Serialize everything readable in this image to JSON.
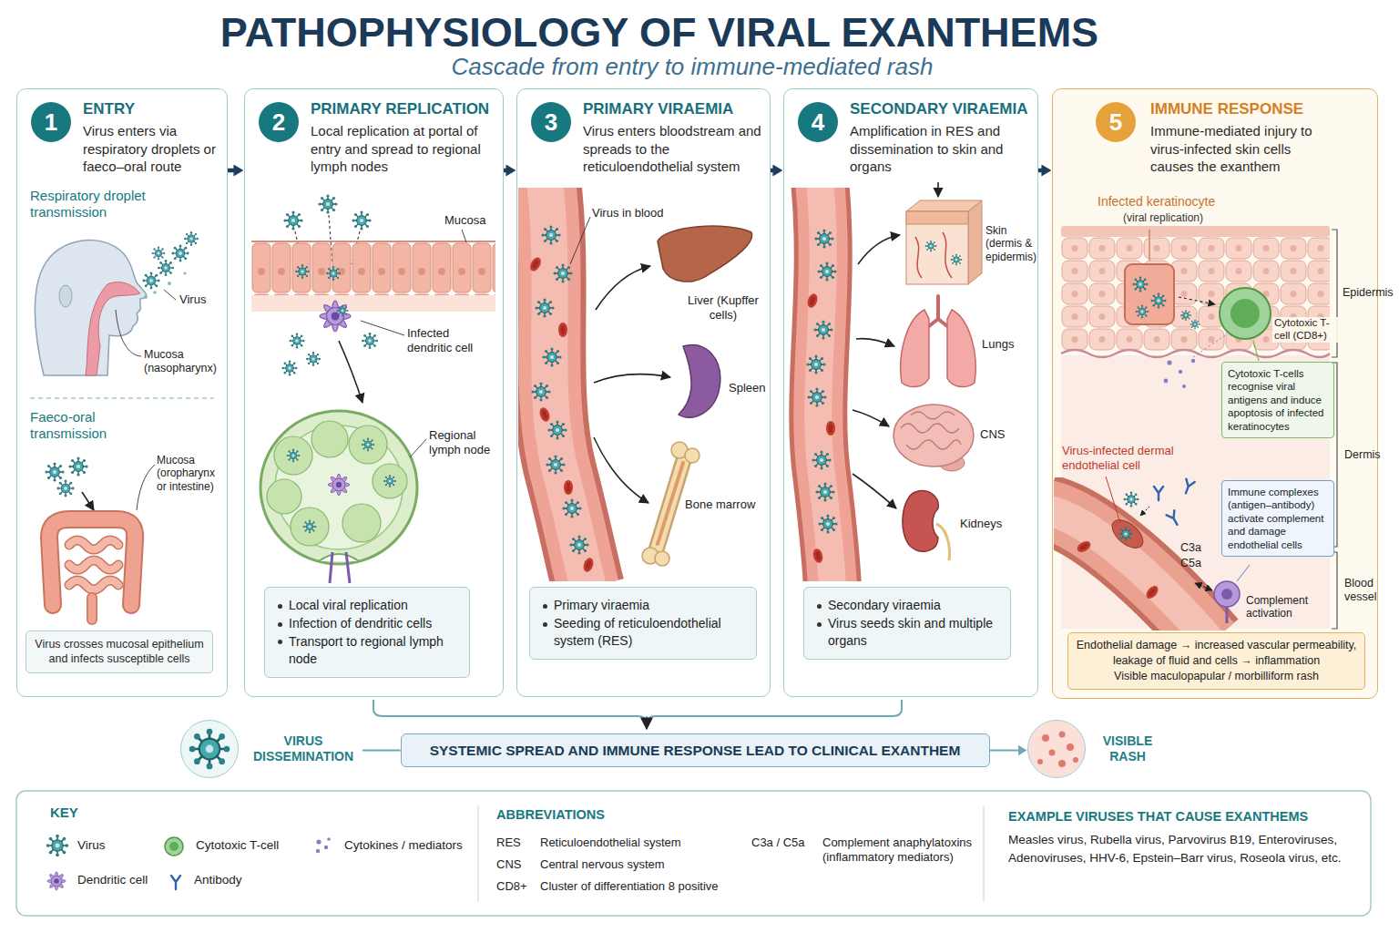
{
  "diagram": {
    "title": "PATHOPHYSIOLOGY OF VIRAL EXANTHEMS",
    "nodes": [
      {
        "text": [
          "ENTRY",
          "Virus enters via respiratory droplets or faeco–oral route"
        ]
      },
      {
        "text": [
          "1"
        ],
        "in": 0
      },
      {
        "text": [
          "Virus crosses mucosal epithelium and infects susceptible cells"
        ],
        "in": 0
      },
      {
        "text": [
          "PRIMARY REPLICATION",
          "Local replication at portal of entry and spread to regional lymph nodes"
        ]
      },
      {
        "text": [
          "2"
        ],
        "in": 3
      },
      {
        "text": [
          "Local viral replication",
          "Infection of dendritic cells",
          "Transport to regional lymph node"
        ],
        "in": 3
      },
      {
        "text": [
          "PRIMARY VIRAEMIA",
          "Virus enters bloodstream and spreads to the reticuloendothelial system"
        ]
      },
      {
        "text": [
          "3"
        ],
        "in": 6
      },
      {
        "text": [
          "Primary viraemia",
          "Seeding of reticuloendothelial system (RES)"
        ],
        "in": 6
      },
      {
        "text": [
          "SECONDARY VIRAEMIA",
          "Amplification in RES and dissemination to skin and organs"
        ]
      },
      {
        "text": [
          "4"
        ],
        "in": 9
      },
      {
        "text": [
          "Secondary viraemia",
          "Virus seeds skin and multiple organs"
        ],
        "in": 9
      },
      {
        "text": [
          "IMMUNE RESPONSE",
          "Immune-mediated injury to virus-infected skin cells causes the exanthem"
        ]
      },
      {
        "text": [
          "5"
        ],
        "in": 12
      },
      {
        "text": [
          "Cytotoxic T-cells recognise viral antigens and induce apoptosis of infected keratinocytes"
        ],
        "in": 12
      },
      {
        "text": [
          "Immune complexes (antigen–antibody) activate complement and damage endothelial cells"
        ],
        "in": 12
      },
      {
        "text": [
          "Endothelial damage → increased vascular permeability, leakage of fluid and cells → inflammation",
          "Visible maculopapular / morbilliform rash"
        ],
        "in": 12
      },
      {
        "text": [
          "VIRUS DISSEMINATION"
        ]
      },
      {
        "text": [
          "SYSTEMIC SPREAD AND IMMUNE RESPONSE LEAD TO CLINICAL EXANTHEM"
        ]
      },
      {
        "text": [
          "VISIBLE RASH"
        ]
      }
    ],
    "edges": [
      {
        "from": 0,
        "to": 3,
        "arrow": "to"
      },
      {
        "from": 3,
        "to": 6,
        "arrow": "to"
      },
      {
        "from": 6,
        "to": 9,
        "arrow": "to"
      },
      {
        "from": 9,
        "to": 12,
        "arrow": "to"
      },
      {
        "from": 17,
        "to": 18,
        "arrow": "none"
      },
      {
        "from": 18,
        "to": 19,
        "arrow": "to"
      }
    ],
    "labels": [
      "Cascade from entry to immune-mediated rash",
      "Respiratory droplet transmission",
      "Virus",
      "Mucosa (nasopharynx)",
      "Faeco-oral transmission",
      "Mucosa (oropharynx or intestine)",
      "Mucosa",
      "Infected dendritic cell",
      "Regional lymph node",
      "Virus in blood",
      "Liver (Kupffer cells)",
      "Spleen",
      "Bone marrow",
      "Skin (dermis & epidermis)",
      "Lungs",
      "CNS",
      "Kidneys",
      "Infected keratinocyte",
      "(viral replication)",
      "Epidermis",
      "Cytotoxic T-cell (CD8+)",
      "Virus-infected dermal endothelial cell",
      "Dermis",
      "C3a",
      "C5a",
      "Complement activation",
      "Blood vessel",
      "KEY",
      "ABBREVIATIONS",
      "RES",
      "Reticuloendothelial system",
      "CNS",
      "Central nervous system",
      "CD8+",
      "Cluster of differentiation 8 positive",
      "C3a / C5a",
      "Complement anaphylatoxins (inflammatory mediators)",
      "EXAMPLE VIRUSES THAT CAUSE EXANTHEMS",
      "Measles virus, Rubella virus, Parvovirus B19, Enteroviruses, Adenoviruses, HHV-6, Epstein–Barr virus, Roseola virus, etc."
    ],
    "legend": [
      {
        "text": "Virus"
      },
      {
        "text": "Cytotoxic T-cell"
      },
      {
        "text": "Cytokines / mediators"
      },
      {
        "text": "Dendritic cell"
      },
      {
        "text": "Antibody"
      }
    ]
  }
}
